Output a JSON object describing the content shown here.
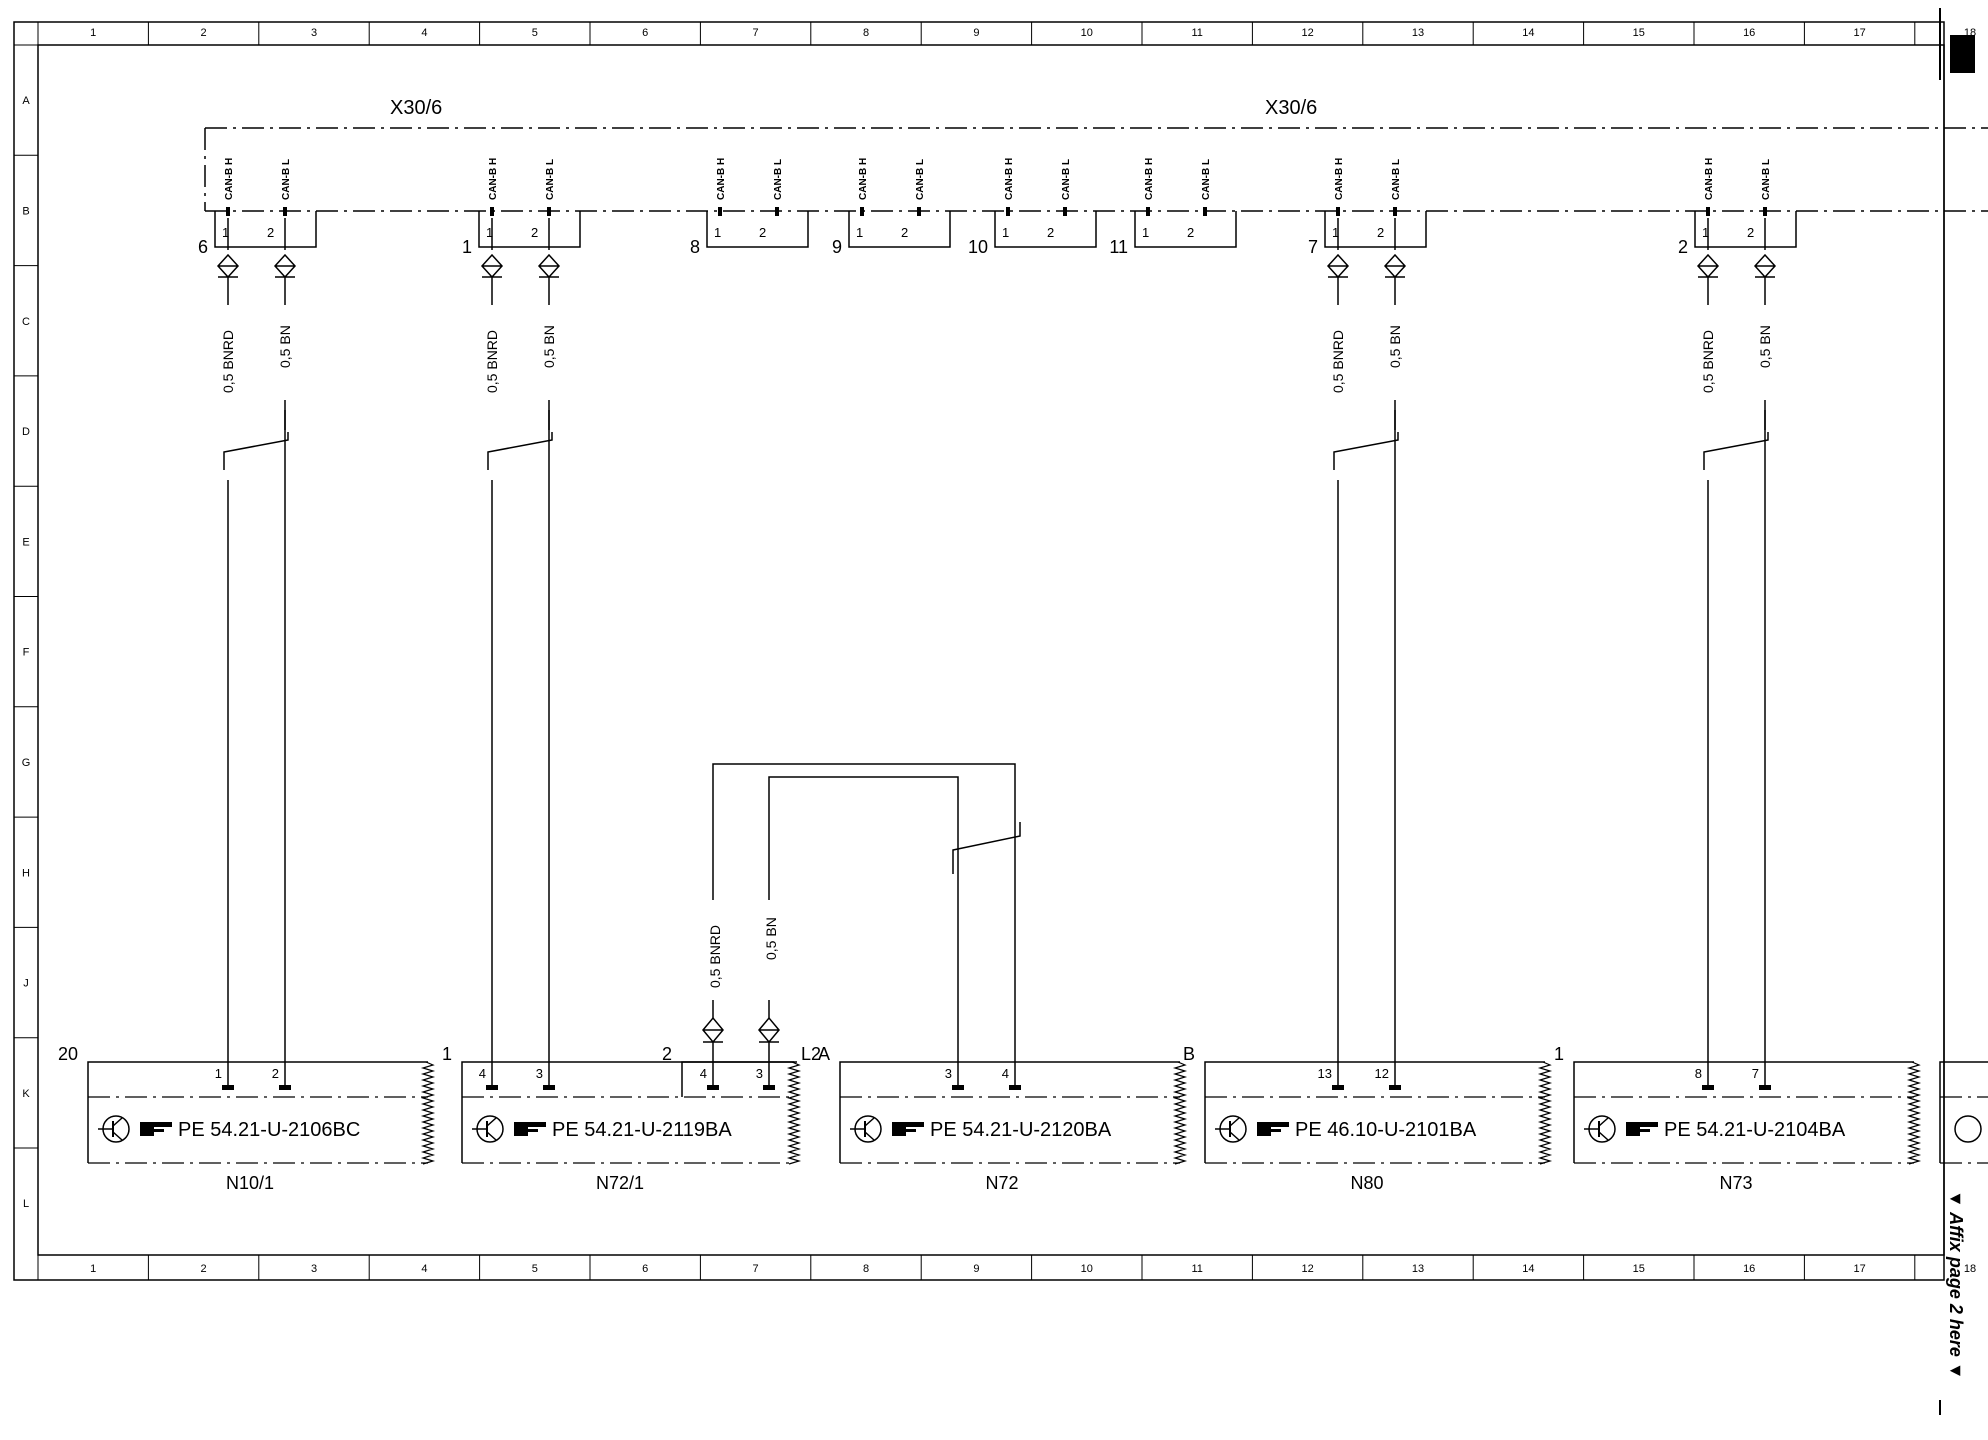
{
  "columns": [
    "1",
    "2",
    "3",
    "4",
    "5",
    "6",
    "7",
    "8",
    "9",
    "10",
    "11",
    "12",
    "13",
    "14",
    "15",
    "16",
    "17",
    "18"
  ],
  "rows": [
    "A",
    "B",
    "C",
    "D",
    "E",
    "F",
    "G",
    "H",
    "J",
    "K",
    "L"
  ],
  "bus_labels": [
    "X30/6",
    "X30/6"
  ],
  "can_labels": {
    "high": "CAN-B H",
    "low": "CAN-B L"
  },
  "wire_colors": {
    "high": "0,5 BNRD",
    "low": "0,5 BN"
  },
  "connectors": [
    {
      "id": "6",
      "pin1": "1",
      "pin2": "2"
    },
    {
      "id": "1",
      "pin1": "1",
      "pin2": "2"
    },
    {
      "id": "8",
      "pin1": "1",
      "pin2": "2"
    },
    {
      "id": "9",
      "pin1": "1",
      "pin2": "2"
    },
    {
      "id": "10",
      "pin1": "1",
      "pin2": "2"
    },
    {
      "id": "11",
      "pin1": "1",
      "pin2": "2"
    },
    {
      "id": "7",
      "pin1": "1",
      "pin2": "2"
    },
    {
      "id": "2",
      "pin1": "1",
      "pin2": "2"
    }
  ],
  "modules": [
    {
      "name": "N10/1",
      "corner": "20",
      "pin1": "1",
      "pin2": "2",
      "ref": "PE 54.21-U-2106BC"
    },
    {
      "name": "N72/1",
      "corner": "1",
      "pin1": "4",
      "pin2": "3",
      "ref": "PE 54.21-U-2119BA"
    },
    {
      "name": "N72",
      "corner": "A",
      "pin1": "3",
      "pin2": "4",
      "ref": "PE 54.21-U-2120BA"
    },
    {
      "name": "N80",
      "corner": "B",
      "pin1": "13",
      "pin2": "12",
      "ref": "PE 46.10-U-2101BA"
    },
    {
      "name": "N73",
      "corner": "1",
      "pin1": "8",
      "pin2": "7",
      "ref": "PE 54.21-U-2104BA"
    }
  ],
  "sub_connector": {
    "corner": "2",
    "tag": "L2",
    "pin1": "4",
    "pin2": "3"
  },
  "side_note": "▼ Affix page 2 here ▼"
}
